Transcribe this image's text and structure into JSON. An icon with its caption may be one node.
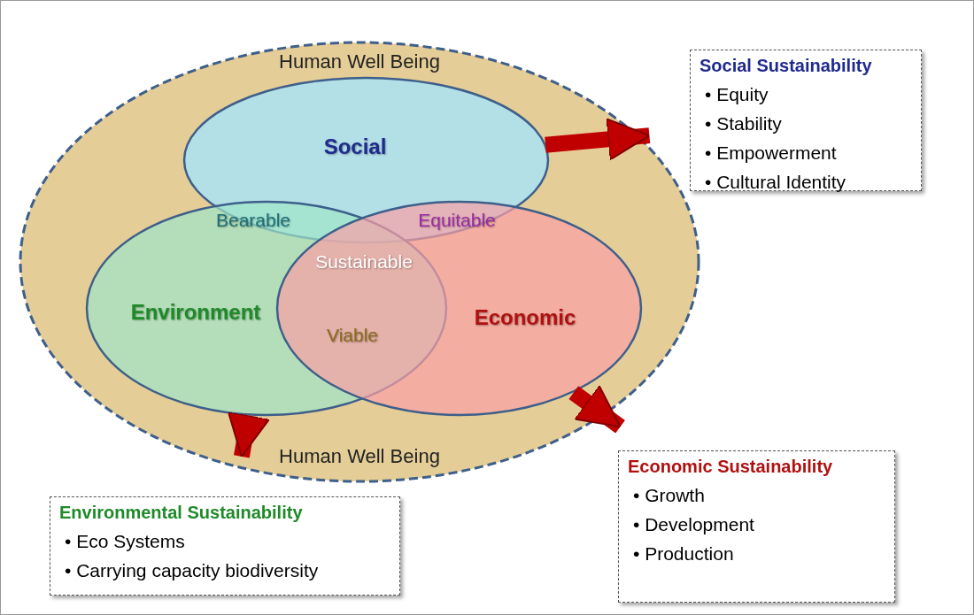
{
  "diagram": {
    "nodes": [
      {
        "text": [
          "Human Well Being",
          "Human Well Being"
        ]
      },
      {
        "text": [
          "Social"
        ],
        "in": 0
      },
      {
        "text": [
          "Environment"
        ],
        "in": 0
      },
      {
        "text": [
          "Economic"
        ],
        "in": 0
      },
      {
        "text": [
          "Social Sustainability",
          "• Equity",
          "• Stability",
          "• Empowerment",
          "• Cultural Identity"
        ]
      },
      {
        "text": [
          "Environmental Sustainability",
          "• Eco Systems",
          "• Carrying capacity biodiversity"
        ]
      },
      {
        "text": [
          "Economic Sustainability",
          "• Growth",
          "• Development",
          "• Production"
        ]
      }
    ],
    "edges": [
      {
        "from": 1,
        "to": 4,
        "arrow": "to"
      },
      {
        "from": 2,
        "to": 5,
        "arrow": "to"
      },
      {
        "from": 3,
        "to": 6,
        "arrow": "to"
      }
    ],
    "labels": [
      "Bearable",
      "Equitable",
      "Sustainable",
      "Viable"
    ]
  }
}
